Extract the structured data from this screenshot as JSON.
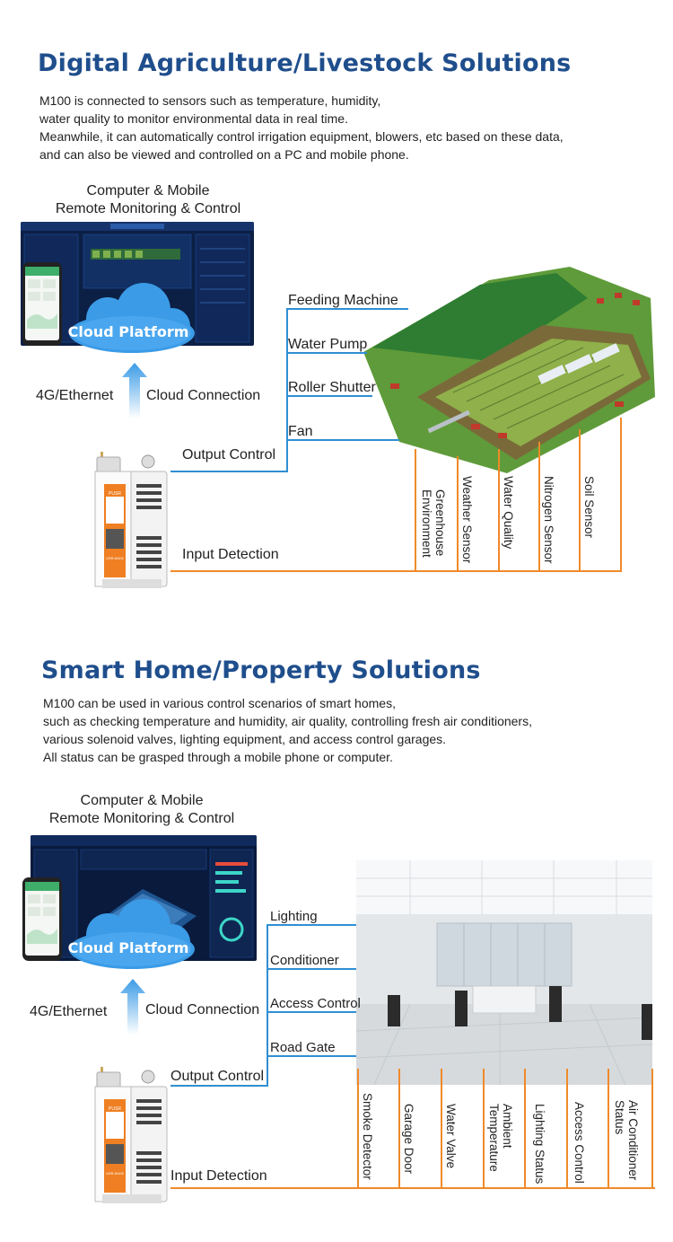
{
  "agri": {
    "title": "Digital Agriculture/Livestock Solutions",
    "description": [
      "M100 is connected to sensors such as temperature, humidity,",
      "water quality to monitor environmental data in real time.",
      "Meanwhile, it can automatically control irrigation equipment, blowers, etc based on these data,",
      "and can also be viewed and controlled on a PC and mobile phone."
    ],
    "remote_line1": "Computer & Mobile",
    "remote_line2": "Remote Monitoring & Control",
    "cloud_label": "Cloud Platform",
    "network_label": "4G/Ethernet",
    "cloud_connection_label": "Cloud Connection",
    "output_label": "Output Control",
    "input_label": "Input Detection",
    "outputs": [
      "Feeding Machine",
      "Water Pump",
      "Roller Shutter",
      "Fan"
    ],
    "sensors": [
      "Greenhouse Environment",
      "Weather Sensor",
      "Water Quality",
      "Nitrogen Sensor",
      "Soil Sensor"
    ]
  },
  "home": {
    "title": "Smart Home/Property Solutions",
    "description": [
      "M100 can be used in various control scenarios of smart homes,",
      "such as checking temperature and humidity, air quality, controlling fresh air conditioners,",
      "various solenoid valves, lighting equipment, and access control garages.",
      "All status can be grasped through a mobile phone or computer."
    ],
    "remote_line1": "Computer & Mobile",
    "remote_line2": "Remote Monitoring & Control",
    "cloud_label": "Cloud Platform",
    "network_label": "4G/Ethernet",
    "cloud_connection_label": "Cloud Connection",
    "output_label": "Output Control",
    "input_label": "Input Detection",
    "outputs": [
      "Lighting",
      "Conditioner",
      "Access Control",
      "Road Gate"
    ],
    "sensors": [
      "Smoke Detector",
      "Garage Door",
      "Water Valve",
      "Ambient Temperature",
      "Lighting Status",
      "Access Control",
      "Air Conditioner Status"
    ]
  },
  "device": {
    "brand": "PUSR",
    "model": "USR-M100"
  },
  "colors": {
    "title_blue": "#1f4e8c",
    "line_blue": "#2f8fd3",
    "line_orange": "#f08a2a",
    "cloud_blue": "#3b9be6"
  }
}
